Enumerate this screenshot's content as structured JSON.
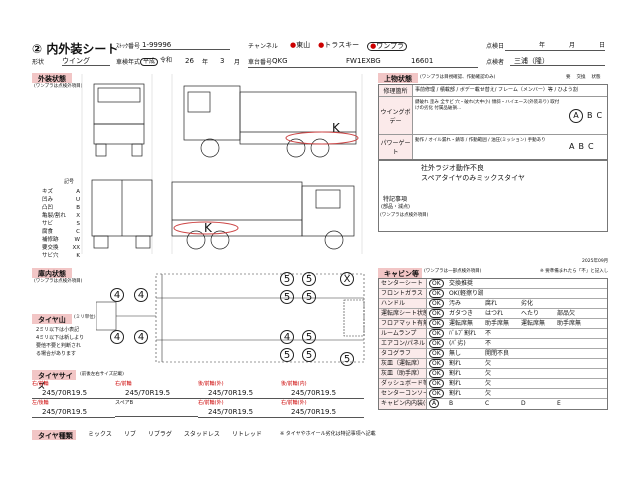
{
  "header": {
    "title": "② 内外装シート",
    "stock_label": "ｽﾄｯｸ番号",
    "stock_value": "1-99996",
    "channel_label": "チャンネル",
    "channel_options": [
      "東山",
      "トラスキー",
      "ワンプラ"
    ],
    "channel_selected": "ワンプラ",
    "date_label": "点検日",
    "date_units": [
      "年",
      "月",
      "日"
    ],
    "model_label": "形状",
    "model_value": "ウイング",
    "year_label": "車検年式",
    "era_options": [
      "平成",
      "令和"
    ],
    "era_selected": "平成",
    "year_value": "26",
    "year_unit": "年",
    "month_value": "3",
    "month_unit": "月",
    "type_label": "車台番号",
    "type_value": "QKG",
    "frame_value": "FW1EXBG",
    "frame_num": "16601",
    "inspector_label": "点検者",
    "inspector_value": "三浦（隆）"
  },
  "exterior": {
    "section_title": "外装状態",
    "note": "(ワンプラは点検外項目)",
    "legend_title": "記号",
    "legend": [
      {
        "name": "キズ",
        "code": "A"
      },
      {
        "name": "凹み",
        "code": "U"
      },
      {
        "name": "凸凹",
        "code": "B"
      },
      {
        "name": "亀裂/割れ",
        "code": "X"
      },
      {
        "name": "サビ",
        "code": "S"
      },
      {
        "name": "腐食",
        "code": "C"
      },
      {
        "name": "補修跡",
        "code": "W"
      },
      {
        "name": "要交換",
        "code": "XX"
      },
      {
        "name": "サビ穴",
        "code": "K"
      }
    ],
    "damage_mark": "K"
  },
  "top_status": {
    "title": "上物状態",
    "note": "(ワンプラは目視確認、作動確認のみ)",
    "col_headers": [
      "要",
      "交換",
      "状態"
    ],
    "rows": [
      {
        "label": "修理箇所",
        "text": "事前修理 / 積載部 / ボデー載せ替え/ フレーム（メンバー）等 / ひよう割"
      },
      {
        "label": "ウイングボデー",
        "text": "鍵破れ 歪み 全サビ 穴・破れ(大中小) 傾斜・ハイエース(外装あり) 取付けの劣化 付属品破損...",
        "grades": [
          "A",
          "B",
          "C"
        ]
      },
      {
        "label": "パワーゲート",
        "text": "動作 / オイル漏れ・錆等 / 作動範囲 / 油圧(ミッション)  手動あり",
        "grades": [
          "A",
          "B",
          "C"
        ]
      }
    ],
    "main_notes": [
      "社外ラジオ動作不良",
      "スペアタイヤのみミックスタイヤ"
    ],
    "special_label": "特記事項",
    "special_sub": "(部品・減点)",
    "footer_note": "(ワンプラは点検外項目)",
    "code": "2025年09月"
  },
  "interior": {
    "section_title": "庫内状態",
    "note": "(ワンプラは点検外項目)",
    "tire_title": "タイヤ山",
    "tire_note": "(ミリ単位)",
    "tire_desc": [
      "2ミリ以下は小表記",
      "4ミリ以下は新しより",
      "要他不要と判断され",
      "る場合があります"
    ],
    "treads": [
      "4",
      "4",
      "5",
      "5",
      "4",
      "4",
      "5",
      "5",
      "4",
      "5",
      "5",
      "5",
      "5"
    ],
    "x_mark": "X"
  },
  "tire_size": {
    "title": "タイヤサイズ",
    "note": "(前後左右サイズ記載)",
    "cols": [
      {
        "pos": "右/前輪",
        "size": "245/70R19.5"
      },
      {
        "pos": "右/前輪",
        "size": "245/70R19.5"
      },
      {
        "pos": "後/前輪(外)",
        "size": "245/70R19.5"
      },
      {
        "pos": "後/前輪(内)",
        "size": "245/70R19.5"
      }
    ],
    "row2": [
      {
        "pos": "左/後輪",
        "size": "245/70R19.5"
      },
      {
        "pos": "スペアB",
        "size": ""
      },
      {
        "pos": "右/前輪(外)",
        "size": "245/70R19.5"
      },
      {
        "pos": "右/前輪(外)",
        "size": "245/70R19.5"
      }
    ],
    "row2_sub": [
      "スペアA"
    ]
  },
  "tire_type": {
    "title": "タイヤ種類",
    "options": [
      "ミックス",
      "リブ",
      "リブラグ",
      "スタッドレス",
      "リトレッド"
    ],
    "note": "※ タイヤやホイール劣化は特記事項へ記載"
  },
  "cabin": {
    "title": "キャビン等",
    "note": "(ワンプラは一部点検外項目)",
    "note_right": "※ 要準備まれたら「不」と記入し",
    "rows": [
      {
        "label": "センターシート",
        "ok": "OK",
        "items": [
          "交換推奨",
          "",
          "",
          "",
          "",
          "",
          ""
        ]
      },
      {
        "label": "フロントガラス",
        "ok": "OK",
        "items": [
          "OK(軽擦り跡等あり)",
          "",
          "",
          "",
          "",
          "",
          ""
        ]
      },
      {
        "label": "ハンドル",
        "ok": "OK",
        "items": [
          "汚み",
          "腐れ",
          "劣化"
        ]
      },
      {
        "label": "運転席シート状態",
        "ok": "OK",
        "items": [
          "ガタつき",
          "はつれ",
          "へたり",
          "部品欠"
        ]
      },
      {
        "label": "フロアマット有無",
        "ok": "OK",
        "items": [
          "運転席無",
          "助手席無",
          "運転席無",
          "助手席無"
        ]
      },
      {
        "label": "ルームランプ",
        "ok": "OK",
        "items": [
          "ﾊﾞﾙﾌﾞ割れ",
          "",
          "",
          "不"
        ]
      },
      {
        "label": "エアコン/パネル",
        "ok": "OK",
        "items": [
          "(ﾊﾞ劣)",
          "",
          "",
          "不"
        ]
      },
      {
        "label": "タコグラフ",
        "ok": "OK",
        "items": [
          "無し",
          "",
          "",
          "開閉不良"
        ]
      },
      {
        "label": "灰皿（運転席）",
        "ok": "OK",
        "items": [
          "割れ",
          "",
          "",
          "欠"
        ]
      },
      {
        "label": "灰皿（助手席）",
        "ok": "OK",
        "items": [
          "割れ",
          "",
          "",
          "欠"
        ]
      },
      {
        "label": "ダッシュボード等",
        "ok": "OK",
        "items": [
          "割れ",
          "",
          "",
          "欠"
        ]
      },
      {
        "label": "センターコンソール",
        "ok": "OK",
        "items": [
          "割れ",
          "",
          "",
          "欠"
        ]
      },
      {
        "label": "キャビン内内装(子)",
        "ok": "A",
        "items": [
          "B",
          "C",
          "D",
          "E"
        ]
      }
    ]
  }
}
